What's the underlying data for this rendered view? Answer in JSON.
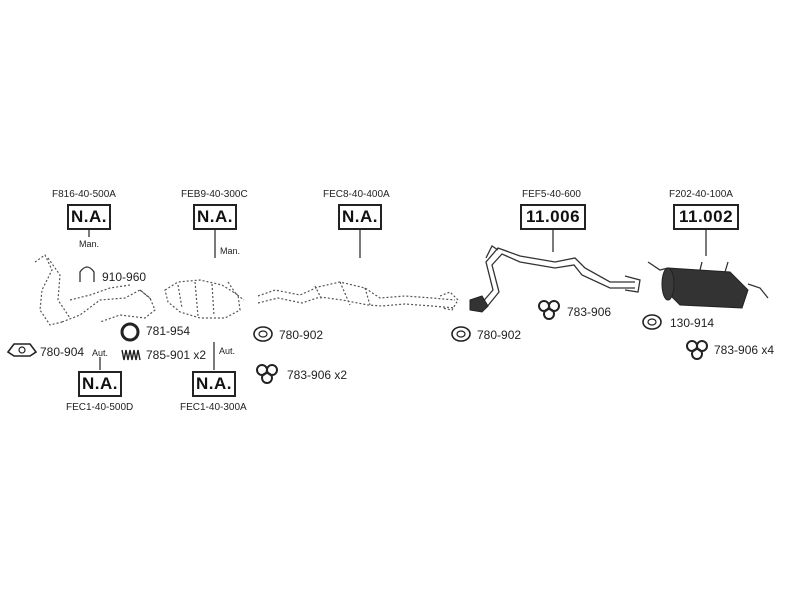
{
  "catalog": {
    "top_refs": [
      {
        "code": "F816-40-500A",
        "price": "N.A.",
        "note": "Man."
      },
      {
        "code": "FEB9-40-300C",
        "price": "N.A.",
        "note": "Man."
      },
      {
        "code": "FEC8-40-400A",
        "price": "N.A."
      },
      {
        "code": "FEF5-40-600",
        "price": "11.006"
      },
      {
        "code": "F202-40-100A",
        "price": "11.002"
      }
    ],
    "bottom_refs": [
      {
        "code": "FEC1-40-500D",
        "price": "N.A.",
        "note": "Aut."
      },
      {
        "code": "FEC1-40-300A",
        "price": "N.A.",
        "note": "Aut."
      }
    ],
    "accessories": [
      {
        "label": "910-960",
        "icon": "u-clamp-icon"
      },
      {
        "label": "781-954",
        "icon": "ring-gasket-icon"
      },
      {
        "label": "785-901 x2",
        "icon": "spring-icon"
      },
      {
        "label": "780-904",
        "icon": "flange-gasket-icon"
      },
      {
        "label": "780-902",
        "icon": "oval-gasket-icon"
      },
      {
        "label": "783-906 x2",
        "icon": "rubber-mount-icon"
      },
      {
        "label": "780-902",
        "icon": "oval-gasket-icon"
      },
      {
        "label": "783-906",
        "icon": "rubber-mount-icon"
      },
      {
        "label": "130-914",
        "icon": "oval-gasket-icon"
      },
      {
        "label": "783-906 x4",
        "icon": "rubber-mount-icon"
      }
    ]
  }
}
